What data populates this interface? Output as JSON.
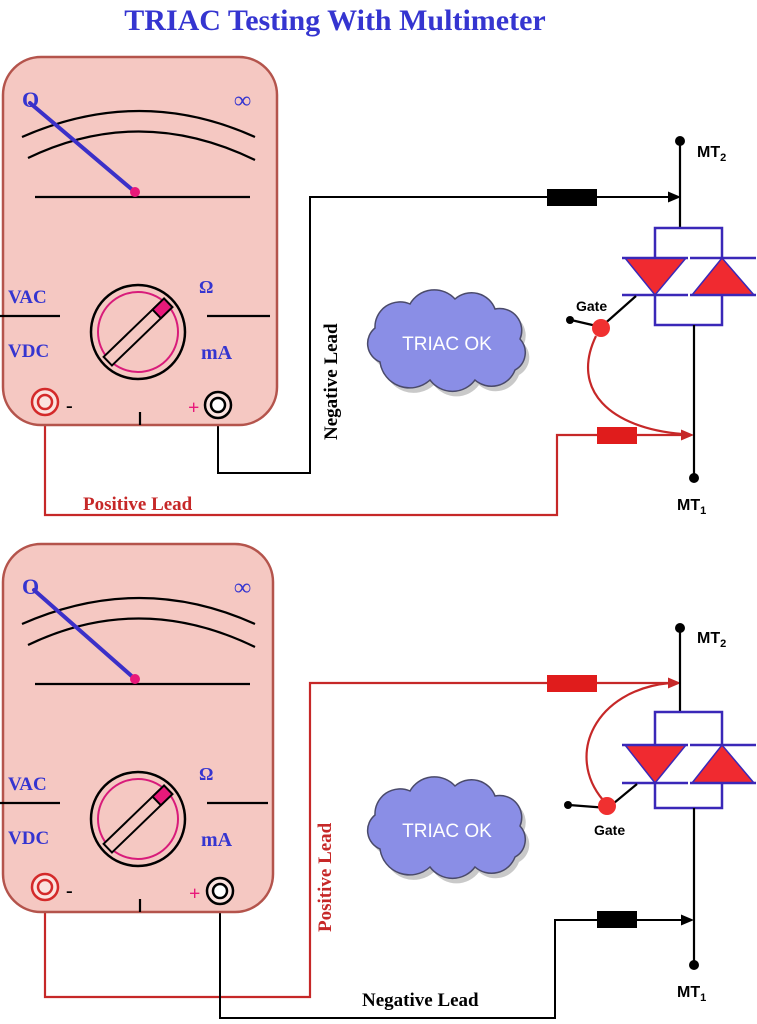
{
  "title": "TRIAC Testing With Multimeter",
  "panels": [
    {
      "meter": {
        "scale_zero": "O",
        "scale_infinity": "∞",
        "range_vac": "VAC",
        "range_vdc": "VDC",
        "range_ohm": "Ω",
        "range_ma": "mA",
        "terminal_negative": "-",
        "terminal_positive": "+"
      },
      "negative_lead": "Negative Lead",
      "positive_lead": "Positive Lead",
      "status": "TRIAC OK",
      "triac": {
        "gate": "Gate",
        "mt2": "MT",
        "mt2_sub": "2",
        "mt1": "MT",
        "mt1_sub": "1"
      }
    },
    {
      "meter": {
        "scale_zero": "O",
        "scale_infinity": "∞",
        "range_vac": "VAC",
        "range_vdc": "VDC",
        "range_ohm": "Ω",
        "range_ma": "mA",
        "terminal_negative": "-",
        "terminal_positive": "+"
      },
      "negative_lead": "Negative Lead",
      "positive_lead": "Positive Lead",
      "status": "TRIAC OK",
      "triac": {
        "gate": "Gate",
        "mt2": "MT",
        "mt2_sub": "2",
        "mt1": "MT",
        "mt1_sub": "1"
      }
    }
  ],
  "colors": {
    "title": "#3535d0",
    "meter_body": "#f5c8c2",
    "positive_lead": "#c62828",
    "negative_lead": "#000000",
    "triac_symbol": "#f02a30",
    "status_cloud": "#8a8ee6"
  }
}
